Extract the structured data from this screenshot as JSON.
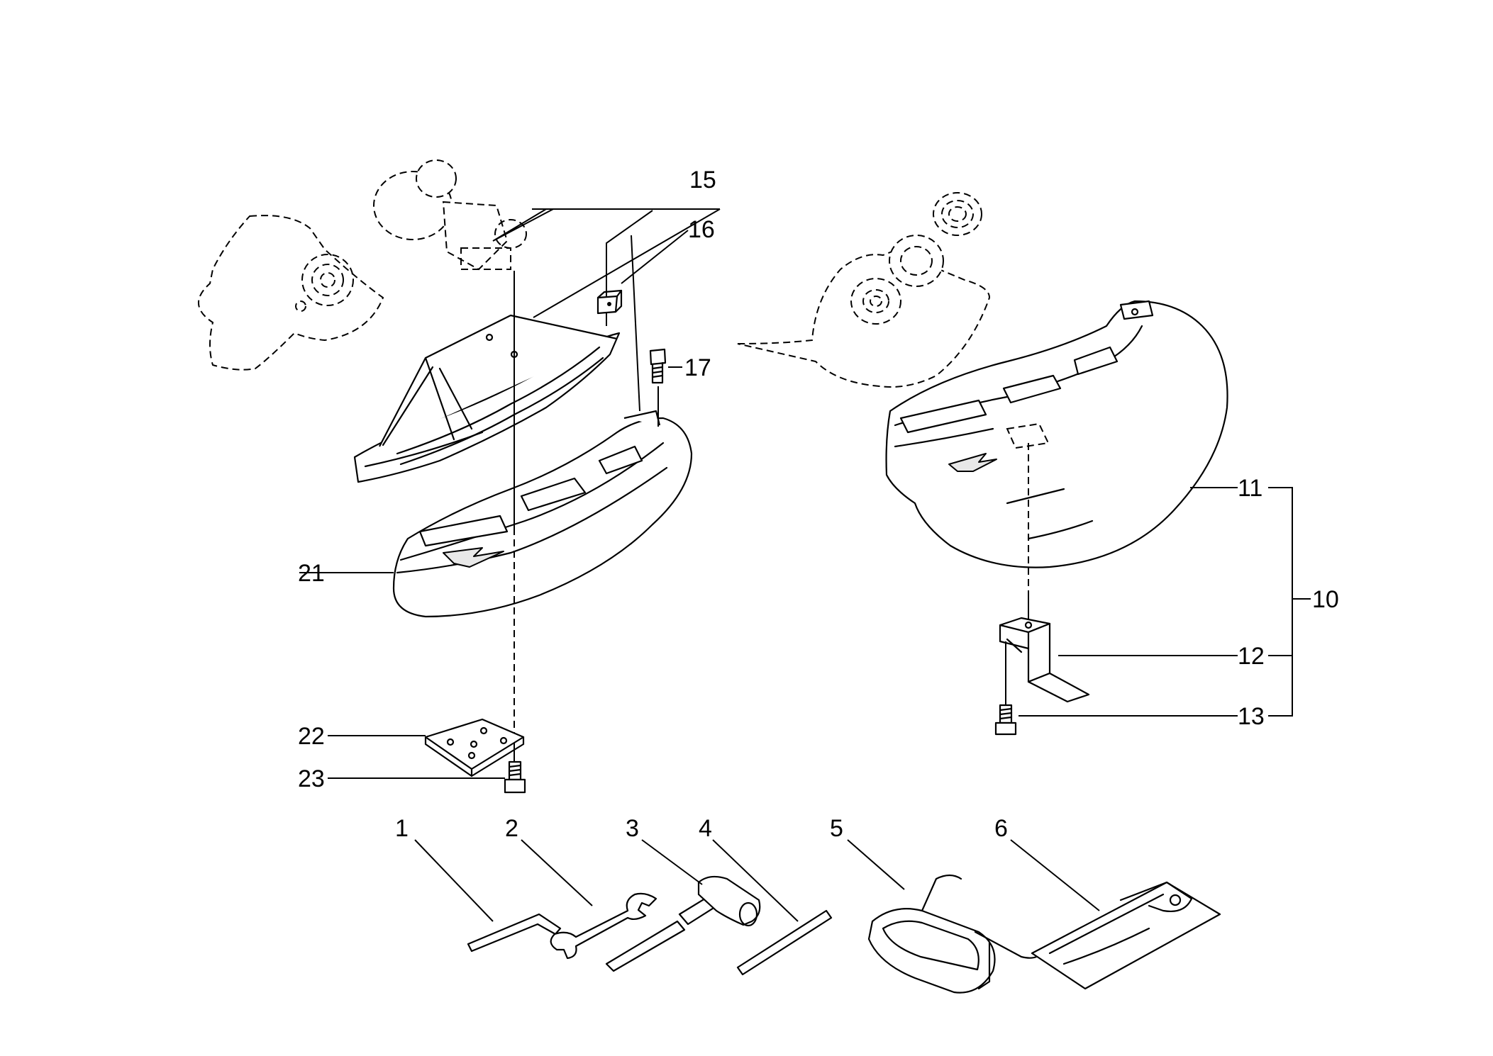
{
  "parts": [
    {
      "id": "1",
      "label": "1",
      "icon": "hex-key-icon"
    },
    {
      "id": "2",
      "label": "2",
      "icon": "wrench-icon"
    },
    {
      "id": "3",
      "label": "3",
      "icon": "box-spanner-icon"
    },
    {
      "id": "4",
      "label": "4",
      "icon": "rod-icon"
    },
    {
      "id": "5",
      "label": "5",
      "icon": "goggles-icon"
    },
    {
      "id": "6",
      "label": "6",
      "icon": "tool-bag-icon"
    },
    {
      "id": "10",
      "label": "10",
      "icon": "guard-assembly-icon"
    },
    {
      "id": "11",
      "label": "11",
      "icon": "blade-guard-icon"
    },
    {
      "id": "12",
      "label": "12",
      "icon": "bracket-icon"
    },
    {
      "id": "13",
      "label": "13",
      "icon": "bolt-icon"
    },
    {
      "id": "15",
      "label": "15",
      "icon": "line-guard-top-icon"
    },
    {
      "id": "16",
      "label": "16",
      "icon": "nut-icon"
    },
    {
      "id": "17",
      "label": "17",
      "icon": "bolt-icon"
    },
    {
      "id": "21",
      "label": "21",
      "icon": "line-guard-icon"
    },
    {
      "id": "22",
      "label": "22",
      "icon": "plate-icon"
    },
    {
      "id": "23",
      "label": "23",
      "icon": "bolt-icon"
    }
  ]
}
